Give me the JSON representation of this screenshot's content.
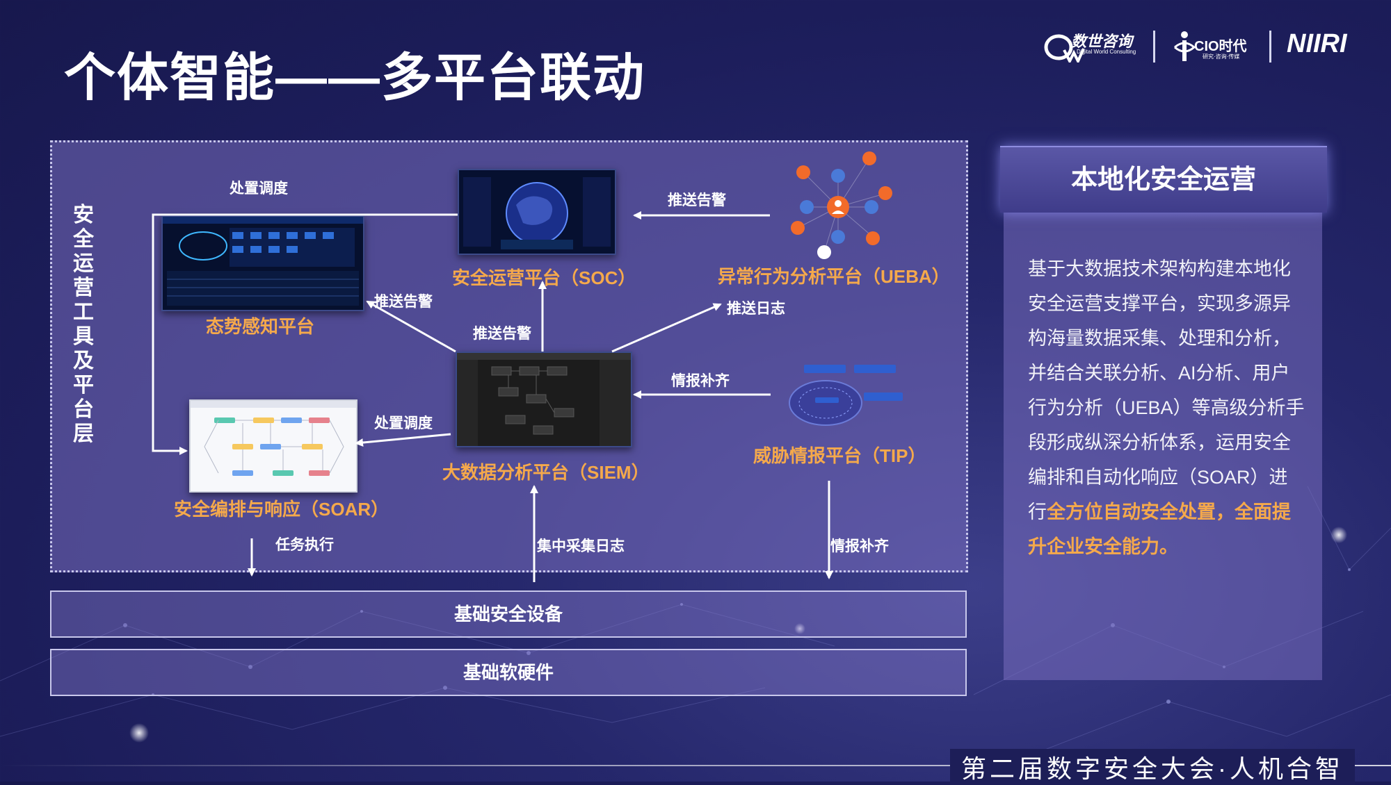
{
  "page_title": "个体智能——多平台联动",
  "logos": {
    "dw": "数世咨询",
    "dw_sub": "Digital World Consulting",
    "cio": "CIO时代",
    "cio_sub": "研究·咨询·传媒",
    "niiri": "NIIRI"
  },
  "diagram": {
    "layer_label": "安全运营工具及平台层",
    "nodes": {
      "soc": "安全运营平台（SOC）",
      "ueba": "异常行为分析平台（UEBA）",
      "situational": "态势感知平台",
      "siem": "大数据分析平台（SIEM）",
      "tip": "威胁情报平台（TIP）",
      "soar": "安全编排与响应（SOAR）"
    },
    "edges": {
      "dispatch_top": "处置调度",
      "push_alert_ueba_soc": "推送告警",
      "push_alert_situational": "推送告警",
      "push_alert_siem_soc": "推送告警",
      "push_log": "推送日志",
      "intel_supplement_tip": "情报补齐",
      "dispatch_siem_soar": "处置调度",
      "task_execute": "任务执行",
      "collect_logs": "集中采集日志",
      "intel_supplement_down": "情报补齐"
    },
    "base_layers": [
      "基础安全设备",
      "基础软硬件"
    ]
  },
  "panel": {
    "title": "本地化安全运营",
    "body_normal": "基于大数据技术架构构建本地化安全运营支撑平台，实现多源异构海量数据采集、处理和分析，并结合关联分析、AI分析、用户行为分析（UEBA）等高级分析手段形成纵深分析体系，运用安全编排和自动化响应（SOAR）进行",
    "body_highlight": "全方位自动安全处置，全面提升企业安全能力。"
  },
  "footer": "第二届数字安全大会·人机合智",
  "colors": {
    "accent": "#f5a94b",
    "background": "#1d1e58"
  }
}
